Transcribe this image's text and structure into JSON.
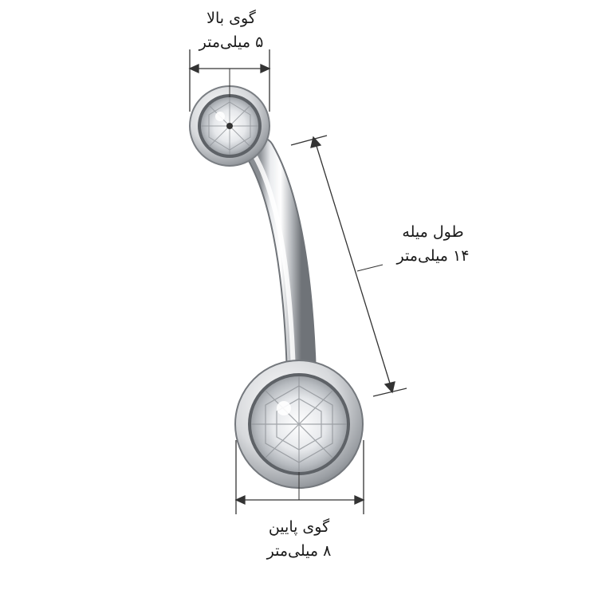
{
  "labels": {
    "top_ball": {
      "title": "گوی بالا",
      "value": "۵ میلی‌متر"
    },
    "shaft": {
      "title": "طول میله",
      "value": "۱۴ میلی‌متر"
    },
    "bottom_ball": {
      "title": "گوی پایین",
      "value": "۸ میلی‌متر"
    }
  },
  "colors": {
    "metal": "#c9ccd0",
    "metal_dark": "#7d8186",
    "dimension_line": "#333333",
    "text": "#1a1a1a"
  }
}
